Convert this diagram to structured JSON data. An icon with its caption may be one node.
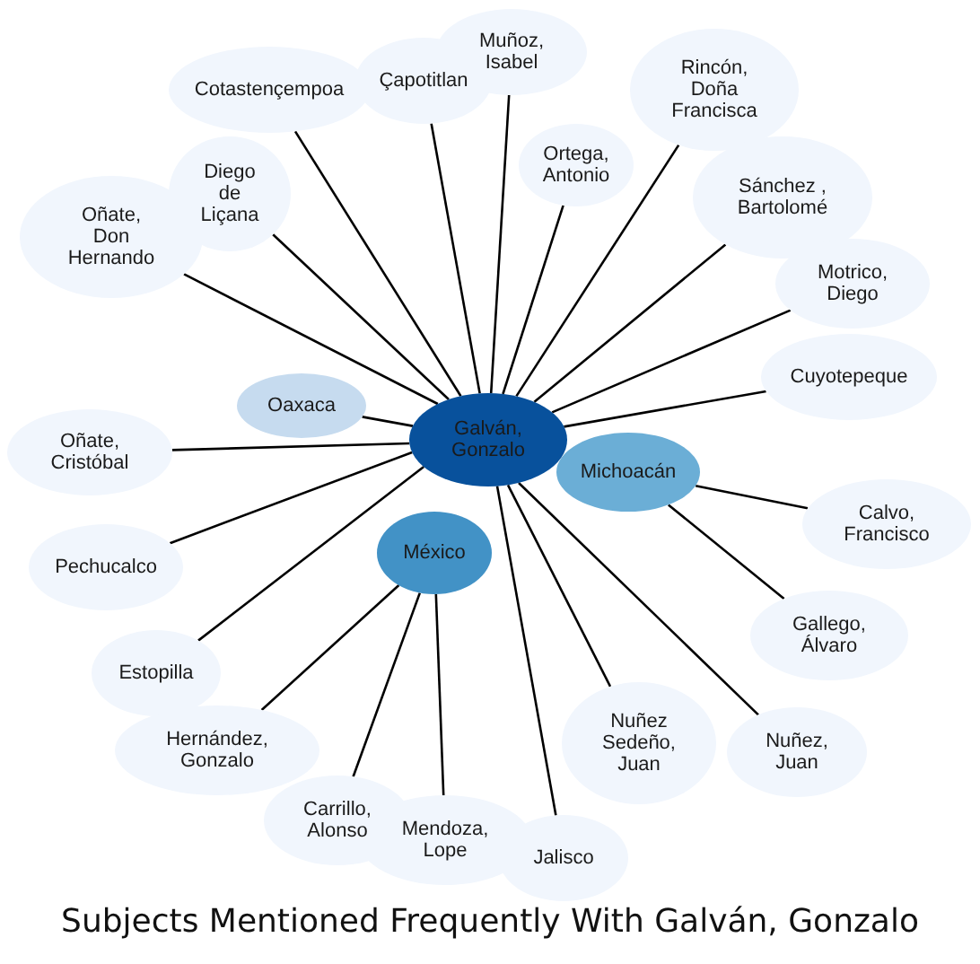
{
  "diagram": {
    "title": "Subjects Mentioned Frequently With Galván, Gonzalo",
    "nodes": [
      {
        "text": [
          "Muñoz, Isabel"
        ]
      },
      {
        "text": [
          "Çapotitlan"
        ]
      },
      {
        "text": [
          "Rincón, Doña Francisca"
        ]
      },
      {
        "text": [
          "Cotastençempoa"
        ]
      },
      {
        "text": [
          "Ortega, Antonio"
        ]
      },
      {
        "text": [
          "Sánchez , Bartolomé"
        ]
      },
      {
        "text": [
          "Diego de Liçana"
        ]
      },
      {
        "text": [
          "Oñate, Don Hernando"
        ]
      },
      {
        "text": [
          "Motrico, Diego"
        ]
      },
      {
        "text": [
          "Oaxaca"
        ]
      },
      {
        "text": [
          "Cuyotepeque"
        ]
      },
      {
        "text": [
          "Oñate, Cristóbal"
        ]
      },
      {
        "text": [
          "Galván, Gonzalo"
        ]
      },
      {
        "text": [
          "Michoacán"
        ]
      },
      {
        "text": [
          "Calvo, Francisco"
        ]
      },
      {
        "text": [
          "México"
        ]
      },
      {
        "text": [
          "Pechucalco"
        ]
      },
      {
        "text": [
          "Gallego, Álvaro"
        ]
      },
      {
        "text": [
          "Estopilla"
        ]
      },
      {
        "text": [
          "Hernández, Gonzalo"
        ]
      },
      {
        "text": [
          "Nuñez Sedeño, Juan"
        ]
      },
      {
        "text": [
          "Nuñez, Juan"
        ]
      },
      {
        "text": [
          "Carrillo, Alonso"
        ]
      },
      {
        "text": [
          "Mendoza, Lope"
        ]
      },
      {
        "text": [
          "Jalisco"
        ]
      }
    ],
    "edges": [
      {
        "from": 12,
        "to": 0,
        "arrow": "none"
      },
      {
        "from": 12,
        "to": 1,
        "arrow": "none"
      },
      {
        "from": 12,
        "to": 2,
        "arrow": "none"
      },
      {
        "from": 12,
        "to": 3,
        "arrow": "none"
      },
      {
        "from": 12,
        "to": 4,
        "arrow": "none"
      },
      {
        "from": 12,
        "to": 5,
        "arrow": "none"
      },
      {
        "from": 12,
        "to": 6,
        "arrow": "none"
      },
      {
        "from": 12,
        "to": 7,
        "arrow": "none"
      },
      {
        "from": 12,
        "to": 8,
        "arrow": "none"
      },
      {
        "from": 12,
        "to": 9,
        "arrow": "none"
      },
      {
        "from": 12,
        "to": 10,
        "arrow": "none"
      },
      {
        "from": 12,
        "to": 11,
        "arrow": "none"
      },
      {
        "from": 12,
        "to": 16,
        "arrow": "none"
      },
      {
        "from": 12,
        "to": 18,
        "arrow": "none"
      },
      {
        "from": 12,
        "to": 20,
        "arrow": "none"
      },
      {
        "from": 12,
        "to": 21,
        "arrow": "none"
      },
      {
        "from": 12,
        "to": 24,
        "arrow": "none"
      },
      {
        "from": 13,
        "to": 14,
        "arrow": "none"
      },
      {
        "from": 13,
        "to": 17,
        "arrow": "none"
      },
      {
        "from": 15,
        "to": 19,
        "arrow": "none"
      },
      {
        "from": 15,
        "to": 22,
        "arrow": "none"
      },
      {
        "from": 15,
        "to": 23,
        "arrow": "none"
      }
    ]
  }
}
